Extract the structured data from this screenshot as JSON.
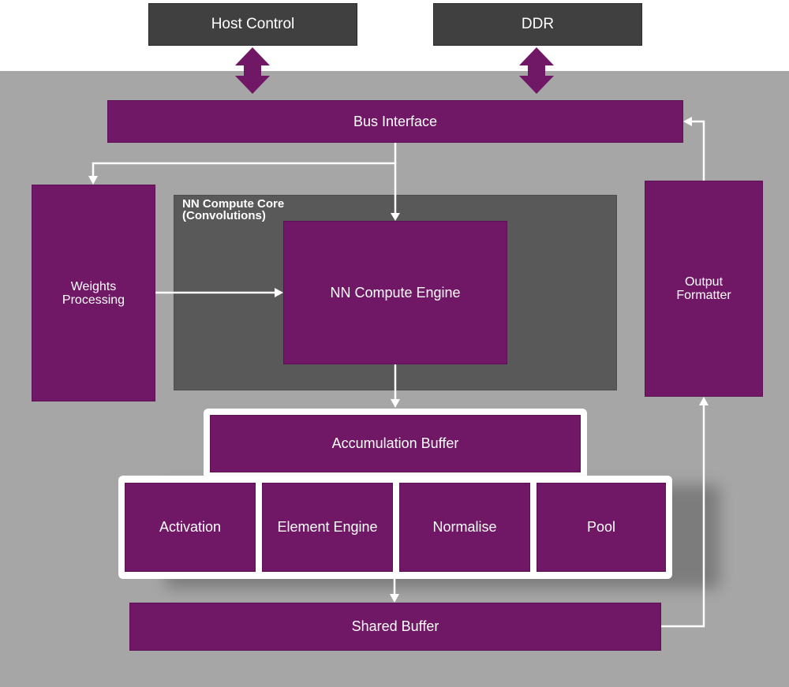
{
  "external": {
    "host_control": "Host Control",
    "ddr": "DDR"
  },
  "blocks": {
    "bus_interface": "Bus Interface",
    "weights_processing": "Weights\nProcessing",
    "nn_compute_core": "NN Compute Core\n(Convolutions)",
    "nn_compute_engine": "NN Compute Engine",
    "output_formatter": "Output\nFormatter",
    "accumulation_buffer": "Accumulation Buffer",
    "shared_buffer": "Shared Buffer"
  },
  "post_processing": [
    {
      "label": "Activation"
    },
    {
      "label": "Element Engine"
    },
    {
      "label": "Normalise"
    },
    {
      "label": "Pool"
    }
  ],
  "colors": {
    "block": "#701766",
    "external": "#404040",
    "panel": "#a6a6a6",
    "core": "#595959",
    "arrow": "#ffffff"
  }
}
